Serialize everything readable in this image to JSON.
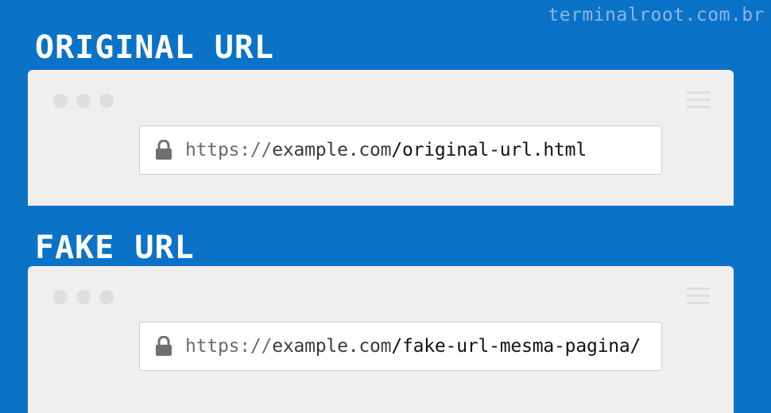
{
  "watermark": "terminalroot.com.br",
  "sections": [
    {
      "heading": "ORIGINAL URL",
      "url": {
        "scheme": "https://",
        "host": "example.com",
        "path": "/original-url.html"
      }
    },
    {
      "heading": "FAKE URL",
      "url": {
        "scheme": "https://",
        "host": "example.com",
        "path": "/fake-url-mesma-pagina/"
      }
    }
  ],
  "icons": {
    "lock": "lock-icon",
    "menu": "hamburger-menu-icon",
    "window_controls": "window-dot-icon"
  },
  "colors": {
    "background": "#0a72c7",
    "window": "#f1efee",
    "heading": "#ffffff"
  }
}
